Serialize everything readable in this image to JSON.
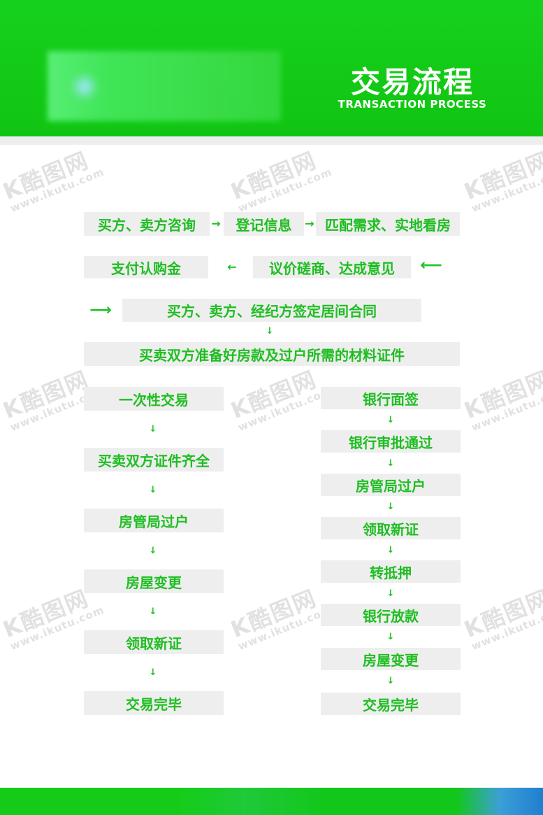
{
  "header": {
    "title": "交易流程",
    "subtitle": "TRANSACTION PROCESS"
  },
  "watermark": {
    "logo": "K酷图网",
    "url": "www.ikutu.com"
  },
  "arrows": {
    "right": "→",
    "down": "↓",
    "return_left": "⟵",
    "enter_right": "⟶"
  },
  "flow": {
    "top": {
      "consult": "买方、卖方咨询",
      "register": "登记信息",
      "match": "匹配需求、实地看房",
      "deposit": "支付认购金",
      "negotiate": "议价磋商、达成意见",
      "contract": "买方、卖方、经纪方签定居间合同",
      "prepare": "买卖双方准备好房款及过户所需的材料证件"
    },
    "left_branch": [
      "一次性交易",
      "买卖双方证件齐全",
      "房管局过户",
      "房屋变更",
      "领取新证",
      "交易完毕"
    ],
    "right_branch": [
      "银行面签",
      "银行审批通过",
      "房管局过户",
      "领取新证",
      "转抵押",
      "银行放款",
      "房屋变更",
      "交易完毕"
    ]
  },
  "colors": {
    "header_green": "#13cc17",
    "text_green": "#1fbe22",
    "box_gray": "#eeeeee"
  }
}
